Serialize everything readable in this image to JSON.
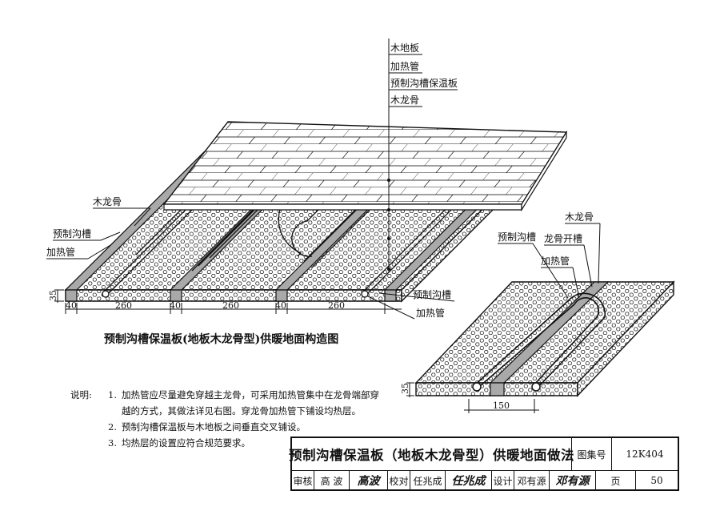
{
  "main_view": {
    "caption": "预制沟槽保温板(地板木龙骨型)供暖地面构造图",
    "callouts": [
      "木地板",
      "加热管",
      "预制沟槽保温板",
      "木龙骨"
    ],
    "left_labels": {
      "keel": "木龙骨",
      "groove": "预制沟槽",
      "pipe": "加热管"
    },
    "right_labels": {
      "groove": "预制沟槽",
      "pipe": "加热管"
    },
    "dims": {
      "height": "35",
      "d1": "40",
      "d2": "260",
      "d3": "40",
      "d4": "260",
      "d5": "40",
      "d6": "260"
    }
  },
  "detail_view": {
    "labels": {
      "keel": "木龙骨",
      "groove": "预制沟槽",
      "keel_slot": "龙骨开槽",
      "pipe": "加热管"
    },
    "dims": {
      "height": "35",
      "width": "150"
    }
  },
  "notes": {
    "lead": "说明:",
    "items": [
      {
        "num": "1.",
        "lines": [
          "加热管应尽量避免穿越主龙骨，可采用加热管集中在龙骨端部穿",
          "越的方式，其做法详见右图。穿龙骨加热管下铺设均热层。"
        ]
      },
      {
        "num": "2.",
        "lines": [
          "预制沟槽保温板与木地板之间垂直交叉铺设。"
        ]
      },
      {
        "num": "3.",
        "lines": [
          "均热层的设置应符合规范要求。"
        ]
      }
    ]
  },
  "title_block": {
    "title": "预制沟槽保温板（地板木龙骨型）供暖地面做法",
    "atlas_label": "图集号",
    "atlas_no": "12K404",
    "review_label": "审核",
    "reviewer": "高 波",
    "reviewer_sig": "高波",
    "check_label": "校对",
    "checker": "任兆成",
    "checker_sig": "任兆成",
    "design_label": "设计",
    "designer": "邓有源",
    "designer_sig": "邓有源",
    "page_label": "页",
    "page_no": "50"
  }
}
